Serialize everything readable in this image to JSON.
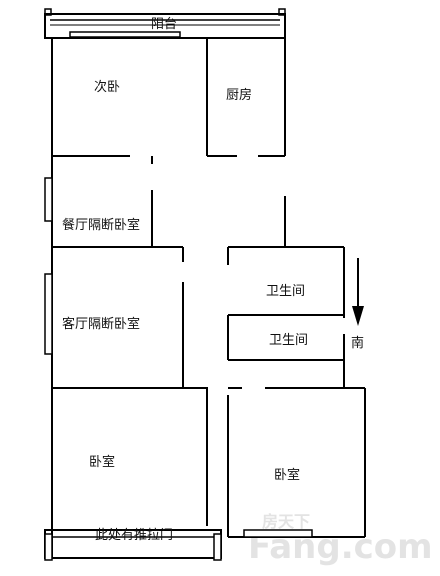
{
  "rooms": {
    "balcony": "阳台",
    "second_bedroom": "次卧",
    "kitchen": "厨房",
    "dining_partition_bedroom": "餐厅隔断卧室",
    "living_partition_bedroom": "客厅隔断卧室",
    "bathroom_1": "卫生间",
    "bathroom_2": "卫生间",
    "bedroom_left": "卧室",
    "bedroom_right": "卧室"
  },
  "notes": {
    "sliding_door": "此处有推拉门"
  },
  "compass": {
    "label": "南"
  },
  "watermark": {
    "text": "Fang.com",
    "brand": "房天下"
  },
  "colors": {
    "wall": "#000000",
    "background": "#ffffff",
    "watermark": "#e3e3e3"
  }
}
